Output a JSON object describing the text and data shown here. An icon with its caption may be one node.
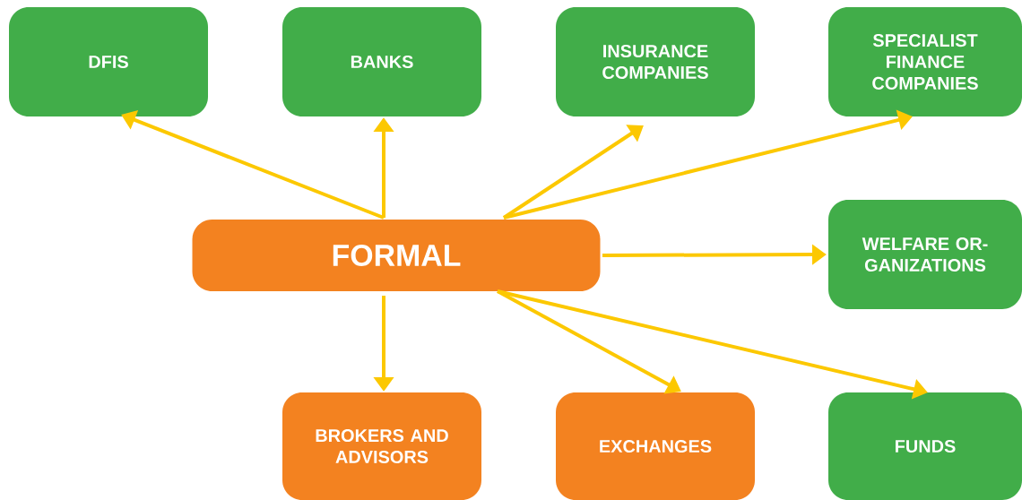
{
  "diagram": {
    "nodes": [
      {
        "text": [
          "FORMAL"
        ]
      },
      {
        "text": [
          "DFIS"
        ]
      },
      {
        "text": [
          "BANKS"
        ]
      },
      {
        "text": [
          "INSURANCE COMPANIES"
        ]
      },
      {
        "text": [
          "SPECIALIST FINANCE COMPANIES"
        ]
      },
      {
        "text": [
          "WELFARE OR-GANIZATIONS"
        ]
      },
      {
        "text": [
          "BROKERS AND ADVISORS"
        ]
      },
      {
        "text": [
          "EXCHANGES"
        ]
      },
      {
        "text": [
          "FUNDS"
        ]
      }
    ],
    "edges": [
      {
        "from": 0,
        "to": 1,
        "arrow": "to"
      },
      {
        "from": 0,
        "to": 2,
        "arrow": "to"
      },
      {
        "from": 0,
        "to": 3,
        "arrow": "to"
      },
      {
        "from": 0,
        "to": 4,
        "arrow": "to"
      },
      {
        "from": 0,
        "to": 5,
        "arrow": "to"
      },
      {
        "from": 0,
        "to": 6,
        "arrow": "to"
      },
      {
        "from": 0,
        "to": 7,
        "arrow": "to"
      },
      {
        "from": 0,
        "to": 8,
        "arrow": "to"
      }
    ]
  }
}
